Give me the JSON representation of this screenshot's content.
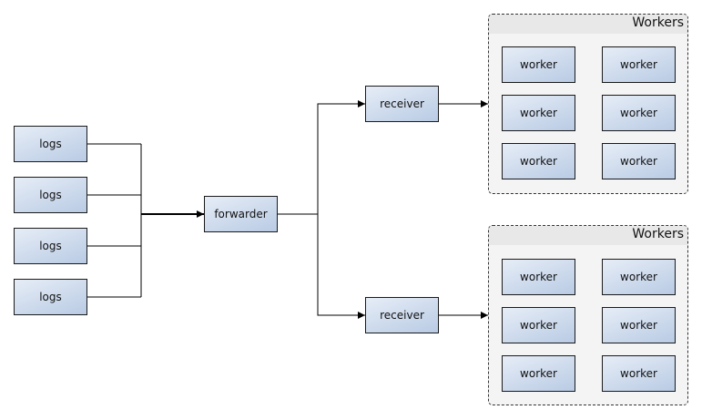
{
  "sources": [
    "logs",
    "logs",
    "logs",
    "logs"
  ],
  "forwarder": "forwarder",
  "receivers": [
    "receiver",
    "receiver"
  ],
  "groups": [
    {
      "title": "Workers",
      "workers": [
        "worker",
        "worker",
        "worker",
        "worker",
        "worker",
        "worker"
      ]
    },
    {
      "title": "Workers",
      "workers": [
        "worker",
        "worker",
        "worker",
        "worker",
        "worker",
        "worker"
      ]
    }
  ]
}
